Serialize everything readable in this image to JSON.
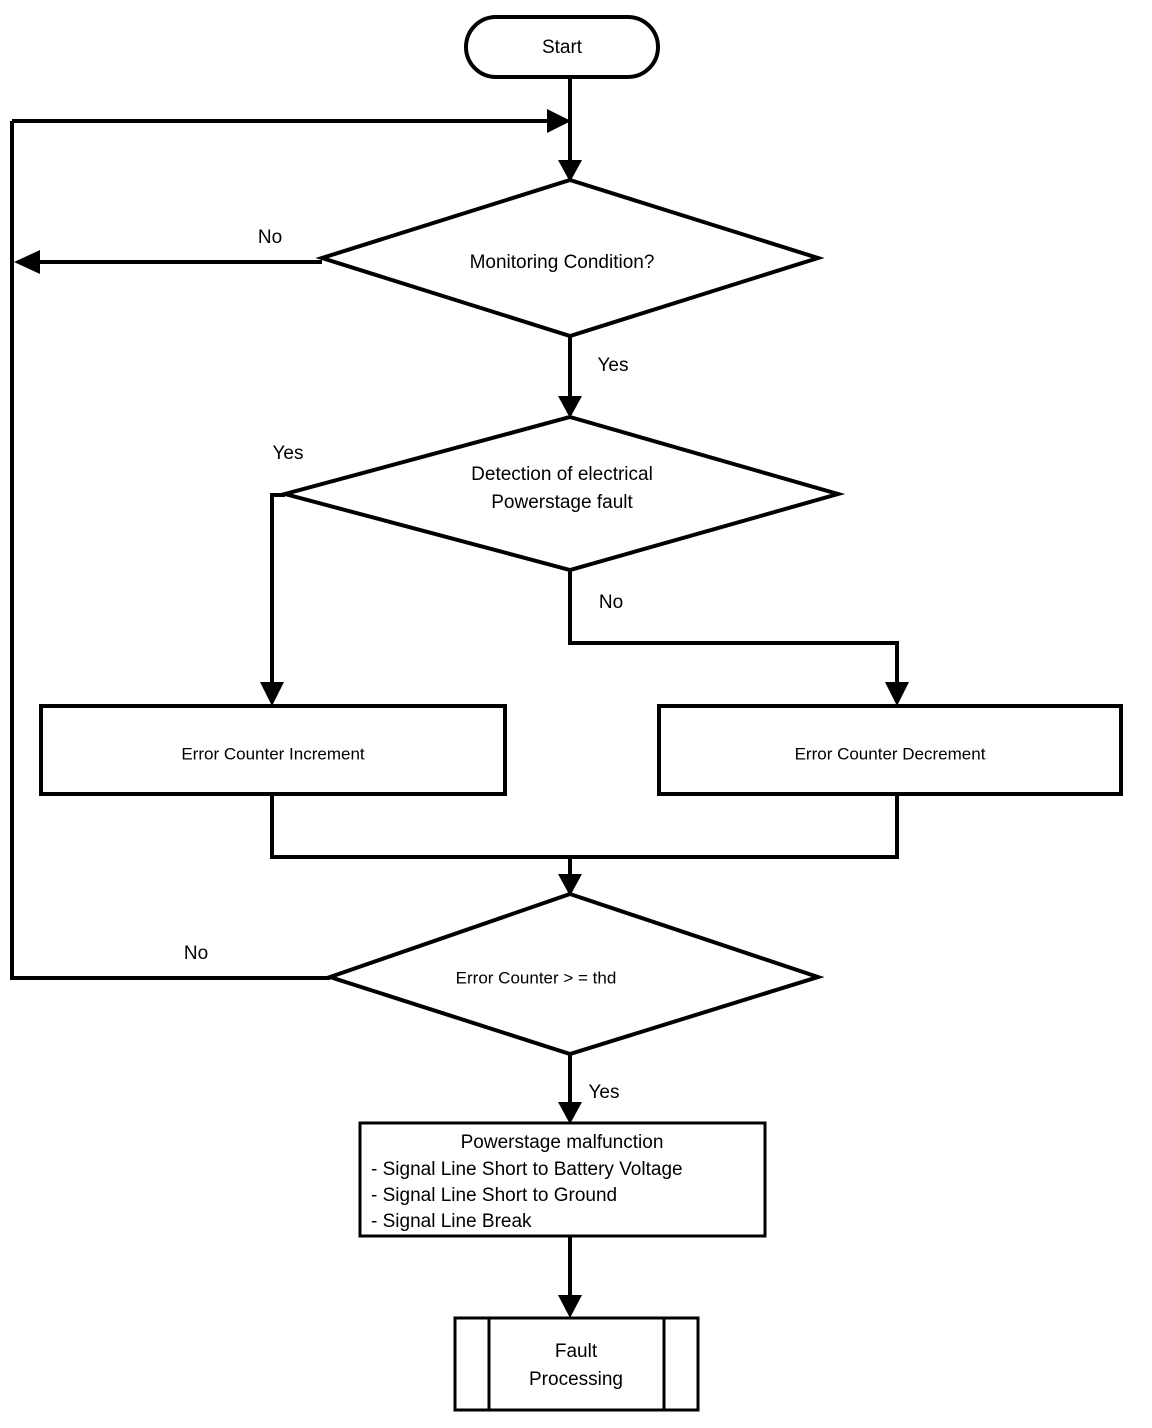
{
  "diagram": {
    "type": "flowchart",
    "title_visible": false,
    "background_color": "#ffffff",
    "line_color": "#000000",
    "nodes": {
      "start": {
        "shape": "terminator",
        "label": "Start"
      },
      "monitoring_condition": {
        "shape": "decision",
        "label": "Monitoring Condition?"
      },
      "fault_detection": {
        "shape": "decision",
        "label_line1": "Detection of electrical",
        "label_line2": "Powerstage fault"
      },
      "counter_increment": {
        "shape": "process",
        "label": "Error Counter Increment"
      },
      "counter_decrement": {
        "shape": "process",
        "label": "Error Counter Decrement"
      },
      "threshold_check": {
        "shape": "decision",
        "label": "Error Counter > =  thd"
      },
      "malfunction": {
        "shape": "process",
        "title": "Powerstage malfunction",
        "bullets": [
          "- Signal Line Short to Battery Voltage",
          "- Signal Line Short to Ground",
          "- Signal Line Break"
        ]
      },
      "fault_processing": {
        "shape": "predefined-process",
        "label_line1": "Fault",
        "label_line2": "Processing"
      }
    },
    "edge_labels": {
      "monitoring_no": "No",
      "monitoring_yes": "Yes",
      "fault_yes": "Yes",
      "fault_no": "No",
      "threshold_no": "No",
      "threshold_yes": "Yes"
    }
  }
}
